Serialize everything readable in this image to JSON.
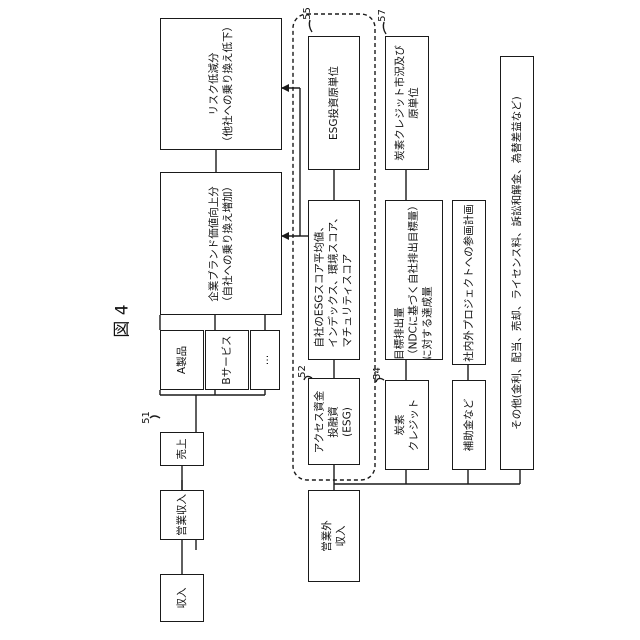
{
  "figure_title": "図 4",
  "boxes": {
    "income": "収入",
    "operating_income": "営業収入",
    "sales": "売上",
    "product_a": "A製品",
    "service_b": "Bサービス",
    "ellipsis": "…",
    "brand_value": "企業ブランド価値向上分\n（自社への乗り換え増加）",
    "risk_reduction": "リスク低減分\n（他社への乗り換え低下）",
    "non_operating_income": "営業外\n収入",
    "access_capital": "アクセス資金\n投融資\n(ESG)",
    "esg_score": "自社のESGスコア平均値、\nインデックス、環境スコア、\nマチュリティスコア",
    "esg_unit": "ESG投資原単位",
    "carbon_credit": "炭素\nクレジット",
    "target_emissions": "目標排出量\n（NDCに基づく自社排出目標量）\nに対する達成量",
    "carbon_price": "炭素クレジット市況及び\n原単位",
    "subsidy": "補助金など",
    "internal_external_project": "社内外プロジェクトへの参画計画",
    "other": "その他(金利、配当、売却、ライセンス料、訴訟和解金、為替差益など)"
  },
  "refs": {
    "sales": "51",
    "access_capital": "52",
    "carbon_credit": "54",
    "esg_unit": "55",
    "carbon_price": "57"
  }
}
